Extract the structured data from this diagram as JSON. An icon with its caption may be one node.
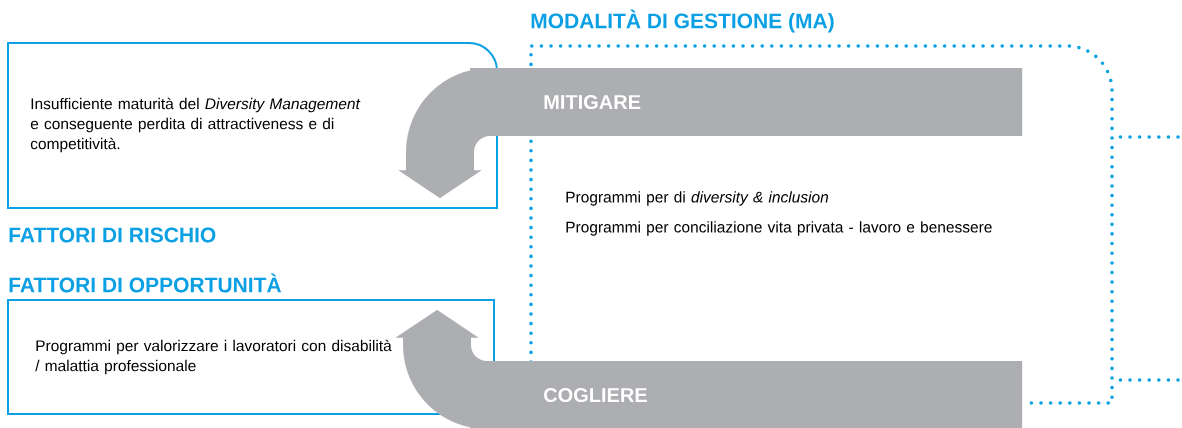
{
  "diagram": {
    "nodes": [
      {
        "text": [
          "Insufficiente maturità del *Diversity Management* e conseguente perdita di attractiveness e di competitività.",
          "FATTORI DI RISCHIO"
        ]
      },
      {
        "text": [
          "FATTORI DI OPPORTUNITÀ",
          "Programmi per valorizzare i lavoratori con disabilità / malattia professionale"
        ]
      },
      {
        "text": [
          "MODALITÀ DI GESTIONE (MA)",
          "Programmi per di *diversity & inclusion*",
          "Programmi per conciliazione vita privata - lavoro e benessere"
        ]
      },
      {
        "text": [
          "MITIGARE"
        ]
      },
      {
        "text": [
          "COGLIERE"
        ]
      }
    ],
    "edges": [
      {
        "from": 3,
        "to": 0,
        "arrow": "to",
        "style": "thick",
        "color": "#adaeb1"
      },
      {
        "from": 4,
        "to": 1,
        "arrow": "to",
        "style": "thick",
        "color": "#adaeb1"
      },
      {
        "from": 2,
        "to": null,
        "arrow": "none",
        "style": "dashed",
        "color": "#0ba0e4"
      },
      {
        "from": 2,
        "to": null,
        "arrow": "none",
        "style": "dashed",
        "color": "#0ba0e4"
      }
    ]
  }
}
